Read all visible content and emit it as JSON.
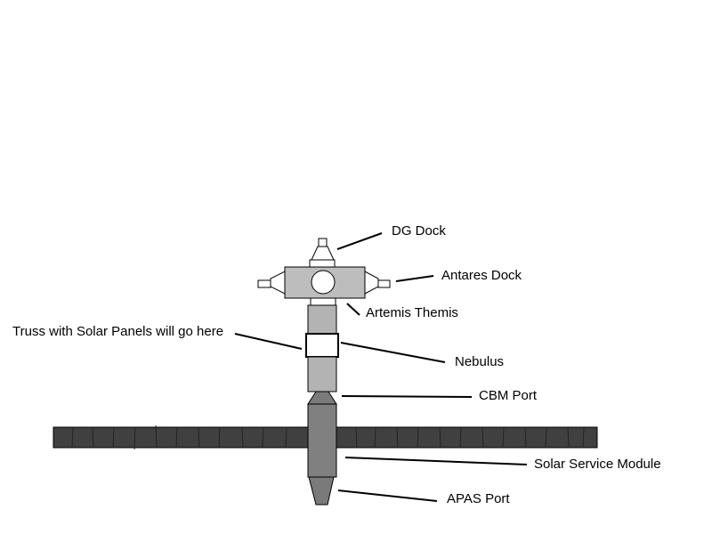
{
  "labels": {
    "dg_dock": "DG Dock",
    "antares_dock": "Antares Dock",
    "artemis_themis": "Artemis Themis",
    "truss": "Truss with Solar Panels will go here",
    "nebulus": "Nebulus",
    "cbm_port": "CBM Port",
    "solar_service_module": "Solar Service Module",
    "apas_port": "APAS Port"
  },
  "colors": {
    "outline": "#000000",
    "module_light": "#bdbdbd",
    "module_mid": "#b3b3b3",
    "module_dark": "#808080",
    "port_dark": "#7a7a7a",
    "solar_panel": "#404040",
    "background": "#ffffff"
  }
}
